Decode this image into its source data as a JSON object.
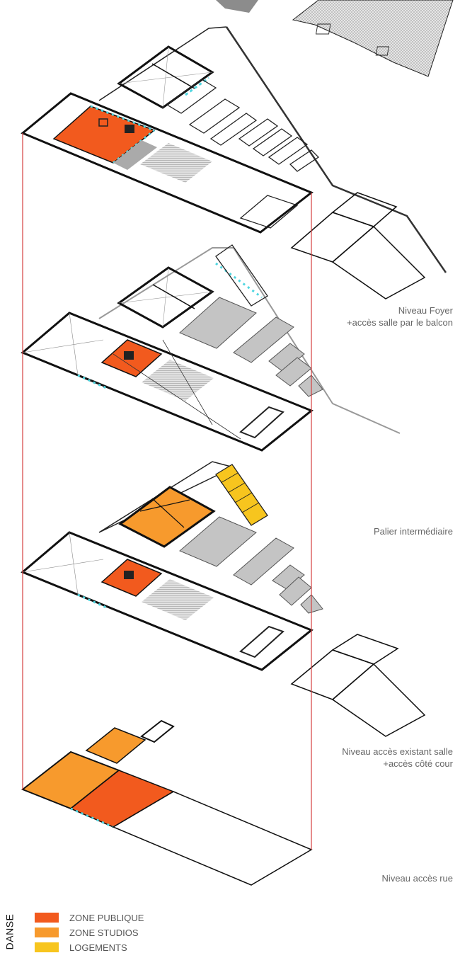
{
  "levels": [
    {
      "id": "foyer",
      "line1": "Niveau Foyer",
      "line2": "+accès salle par le balcon"
    },
    {
      "id": "palier",
      "line1": "Palier intermédiaire",
      "line2": ""
    },
    {
      "id": "acces-salle",
      "line1": "Niveau accès existant salle",
      "line2": "+accès côté cour"
    },
    {
      "id": "rue",
      "line1": "Niveau accès rue",
      "line2": ""
    }
  ],
  "legend": {
    "title": "DANSE",
    "items": [
      {
        "label": "ZONE PUBLIQUE",
        "color": "#f25a1e"
      },
      {
        "label": "ZONE STUDIOS",
        "color": "#f79a2d"
      },
      {
        "label": "LOGEMENTS",
        "color": "#f7c51e"
      }
    ]
  },
  "colors": {
    "publique": "#f25a1e",
    "studios": "#f79a2d",
    "logements": "#f7c51e",
    "gray": "#c4c4c4",
    "cyan": "#4fd6e0",
    "red_line": "#d44040"
  }
}
